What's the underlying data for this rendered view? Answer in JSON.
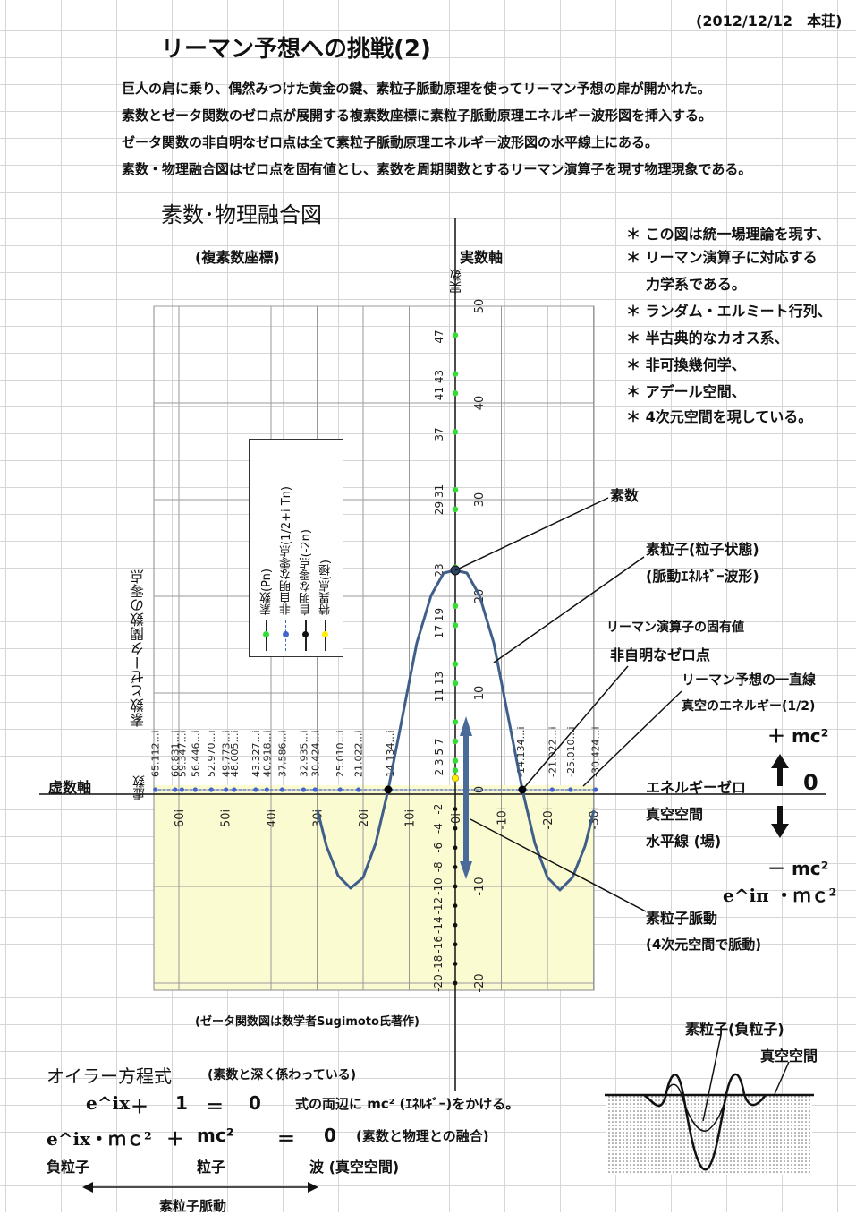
{
  "date": "(2012/12/12　本荘)",
  "title": "リーマン予想への挑戦(2)",
  "intro": [
    "巨人の肩に乗り、偶然みつけた黄金の鍵、素粒子脈動原理を使ってリーマン予想の扉が開かれた。",
    "素数とゼータ関数のゼロ点が展開する複素数座標に素粒子脈動原理エネルギー波形図を挿入する。",
    "ゼータ関数の非自明なゼロ点は全て素粒子脈動原理エネルギー波形図の水平線上にある。",
    "素数・物理融合図はゼロ点を固有値とし、素数を周期関数とするリーマン演算子を現す物理現象である。"
  ],
  "figure_title": "素数･物理融合図",
  "complex_plane_label": "(複素数座標)",
  "real_axis_label": "実数軸",
  "imag_axis_label": "虚数軸",
  "axis_real_name": "実数",
  "axis_imag_name": "虚数",
  "y_axis_title": "素数とゼータ関数の零点",
  "side_notes": [
    "＊ この図は統一場理論を現す、",
    "＊ リーマン演算子に対応する",
    "力学系である。",
    "＊ ランダム・エルミート行列、",
    "＊ 半古典的なカオス系、",
    "＊ 非可換幾何学、",
    "＊ アデール空間、",
    "＊ 4次元空間を現している。"
  ],
  "legend": [
    {
      "label": "素数(Pn)",
      "color": "#33dd33"
    },
    {
      "label": "非自明な零点(1/2+i Tn)",
      "color": "#4466cc"
    },
    {
      "label": "自明な零点(-2n)",
      "color": "#111111"
    },
    {
      "label": "特異点(極)",
      "color": "#ffee00"
    }
  ],
  "annotations": {
    "prime": "素数",
    "particle_state": "素粒子(粒子状態)",
    "pulse_wave": "(脈動ｴﾈﾙｷﾞｰ波形)",
    "operator_eigen": "リーマン演算子の固有値",
    "nontrivial_zero": "非自明なゼロ点",
    "riemann_line": "リーマン予想の一直線",
    "vacuum_energy": "真空のエネルギー(1/2)",
    "plus_mc2": "＋ mc²",
    "energy_zero": "エネルギーゼロ",
    "zero": "0",
    "vacuum_space": "真空空間",
    "horizon": "水平線 (場)",
    "minus_mc2": "－ mc²",
    "euler_mc2": "e^iπ ・ｍｃ²",
    "particle_pulse": "素粒子脈動",
    "pulse_4d": "(4次元空間で脈動)"
  },
  "credit": "(ゼータ関数図は数学者Sugimoto氏著作)",
  "euler": {
    "heading": "オイラー方程式",
    "heading_note": "(素数と深く係わっている)",
    "eq1": [
      "e^ix",
      "＋",
      "1",
      "＝",
      "0"
    ],
    "eq1_note": "式の両辺に mc² (ｴﾈﾙｷﾞｰ)をかける。",
    "eq2": [
      "e^ix・ｍｃ²",
      "＋",
      "mc²",
      "＝",
      "0"
    ],
    "eq2_note": "(素数と物理との融合)",
    "labels": [
      "負粒子",
      "粒子",
      "波 (真空空間)"
    ],
    "pulse": "素粒子脈動"
  },
  "inset": {
    "label1": "素粒子(負粒子)",
    "label2": "真空空間"
  },
  "chart_data": {
    "type": "scatter",
    "xlabel": "虚数",
    "ylabel": "実数",
    "y_ticks": [
      -20,
      -10,
      0,
      10,
      20,
      30,
      40,
      50
    ],
    "x_ticks": [
      "60i",
      "50i",
      "40i",
      "30i",
      "20i",
      "10i",
      "0i",
      "-10i",
      "-20i",
      "-30i"
    ],
    "series": [
      {
        "name": "素数(Pn)",
        "points": [
          2,
          3,
          5,
          7,
          11,
          13,
          17,
          19,
          23,
          29,
          31,
          37,
          41,
          43,
          47
        ]
      },
      {
        "name": "非自明な零点(1/2+i Tn)",
        "points": [
          65.112,
          60.831,
          59.347,
          56.446,
          52.97,
          49.773,
          48.005,
          43.327,
          40.918,
          37.586,
          32.935,
          30.424,
          25.01,
          21.022,
          14.134,
          -14.134,
          -21.022,
          -25.01,
          -30.424
        ]
      },
      {
        "name": "自明な零点(-2n)",
        "points": [
          -2,
          -4,
          -6,
          -8,
          -10,
          -12,
          -14,
          -16,
          -18,
          -20
        ]
      },
      {
        "name": "特異点(極)",
        "points": [
          1
        ]
      }
    ],
    "prime_tick_labels": [
      "2 3",
      "5 7",
      "11 13",
      "17 19",
      "23",
      "29 31",
      "37",
      "41 43",
      "47"
    ],
    "zero_tick_labels": [
      "65.112…i",
      "60.831…i",
      "59.347…i",
      "56.446…i",
      "52.970…i",
      "49.773…i",
      "48.005…i",
      "43.327…i",
      "40.918…i",
      "37.586…i",
      "32.935…i",
      "30.424…i",
      "25.010…i",
      "21.022…i",
      "14.134…i",
      "-14.134…i",
      "-21.022…i",
      "-25.010…i",
      "-30.424…i"
    ],
    "trivial_tick_labels": [
      "-2",
      "-4",
      "-6",
      "-8",
      "-10",
      "-12",
      "-14",
      "-16",
      "-18",
      "-20"
    ],
    "ylim": [
      -20,
      50
    ],
    "xlim": [
      65,
      -30
    ]
  }
}
